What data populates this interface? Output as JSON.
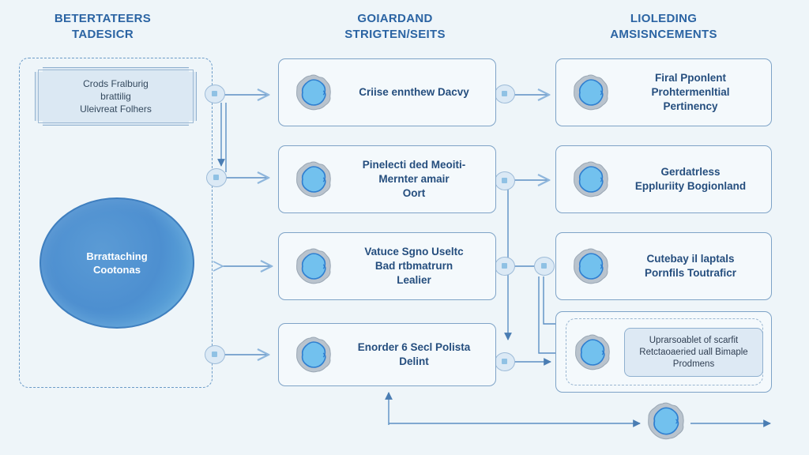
{
  "columns": {
    "left": {
      "title_line1": "BETERTATEERS",
      "title_line2": "TADESICR"
    },
    "middle": {
      "title_line1": "GOIARDAND",
      "title_line2": "STRIGTEN/SEITS"
    },
    "right": {
      "title_line1": "LIOLEDING",
      "title_line2": "AMSISNCEMENTS"
    }
  },
  "left_panel": {
    "banner": {
      "line1": "Crods Fralburig",
      "line2": "brattilig",
      "line3": "Uleivreat Folhers"
    },
    "circle": {
      "line1": "Brrattaching",
      "line2": "Cootonas"
    }
  },
  "middle_cards": [
    {
      "lines": [
        "Criise ennthew Dacvy"
      ]
    },
    {
      "lines": [
        "Pinelecti ded Meoiti-",
        "Mernter amair",
        "Oort"
      ]
    },
    {
      "lines": [
        "Vatuce Sgno Useltc",
        "Bad rtbmatrurn",
        "Lealier"
      ]
    },
    {
      "lines": [
        "Enorder 6 Secl Polista",
        "Delint"
      ]
    }
  ],
  "right_cards": [
    {
      "lines": [
        "Firal Pponlent",
        "Prohtermenltial",
        "Pertinency"
      ]
    },
    {
      "lines": [
        "Gerdatrless",
        "Eppluriity Bogionland"
      ]
    },
    {
      "lines": [
        "Cutebay il laptals",
        "Pornfils Toutraficr"
      ]
    },
    {
      "lines": [
        "Uprarsoablet of scarfit",
        "Retctaoaeried uall Bimaple",
        "Prodmens"
      ]
    }
  ],
  "icons": {
    "blob": "cell-blob-icon",
    "node": "connector-node-icon",
    "arrow": "arrow-right-icon"
  },
  "colors": {
    "background": "#eef5f9",
    "accent": "#2b64a3",
    "circle_fill": "#4d8fd0",
    "blob_fill": "#6fc0ec",
    "blob_outline": "#9aa7b4"
  }
}
